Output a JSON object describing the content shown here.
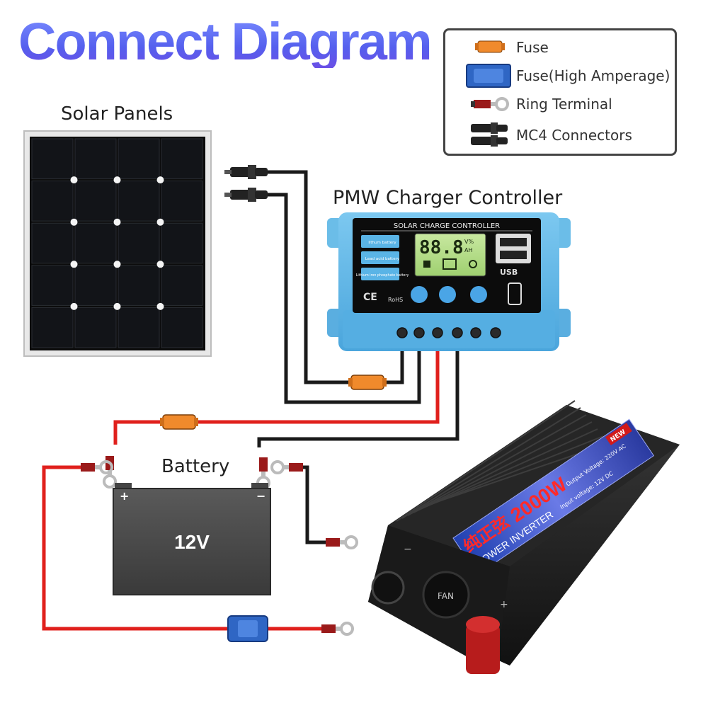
{
  "title": "Connect Diagram",
  "labels": {
    "solar_panels": "Solar Panels",
    "controller": "PMW Charger Controller",
    "battery": "Battery"
  },
  "legend": [
    {
      "icon": "fuse-icon",
      "label": "Fuse"
    },
    {
      "icon": "high-amperage-fuse-icon",
      "label": "Fuse(High Amperage)"
    },
    {
      "icon": "ring-terminal-icon",
      "label": "Ring Terminal"
    },
    {
      "icon": "mc4-connector-icon",
      "label": "MC4 Connectors"
    }
  ],
  "controller": {
    "header": "SOLAR CHARGE CONTROLLER",
    "display": "88.8",
    "unit_top": "V%",
    "unit_bottom": "AH",
    "battery_types": [
      "lithum battery",
      "Lead acid battery",
      "Lithium iron phosphate battery"
    ],
    "usb_label": "USB",
    "ce_mark": "CE",
    "rohs_mark": "RoHS"
  },
  "battery": {
    "voltage": "12V",
    "positive": "+",
    "negative": "−"
  },
  "inverter": {
    "brand_text": "纯正弦",
    "power_label": "2000W",
    "model_label": "POWER INVERTER",
    "badge": "NEW",
    "input_spec": "Input voltage: 12V DC",
    "output_spec": "Output Voltage: 220V AC",
    "fan_label": "FAN",
    "positive": "+",
    "negative": "−"
  },
  "colors": {
    "title": "#5b63f0",
    "controller_body": "#5ab4e6",
    "wire_red": "#e0201c",
    "wire_black": "#1a1a1a",
    "fuse_orange": "#f08a2c",
    "fuse_blue": "#2f66c4",
    "inverter_body": "#1e1e1e"
  }
}
